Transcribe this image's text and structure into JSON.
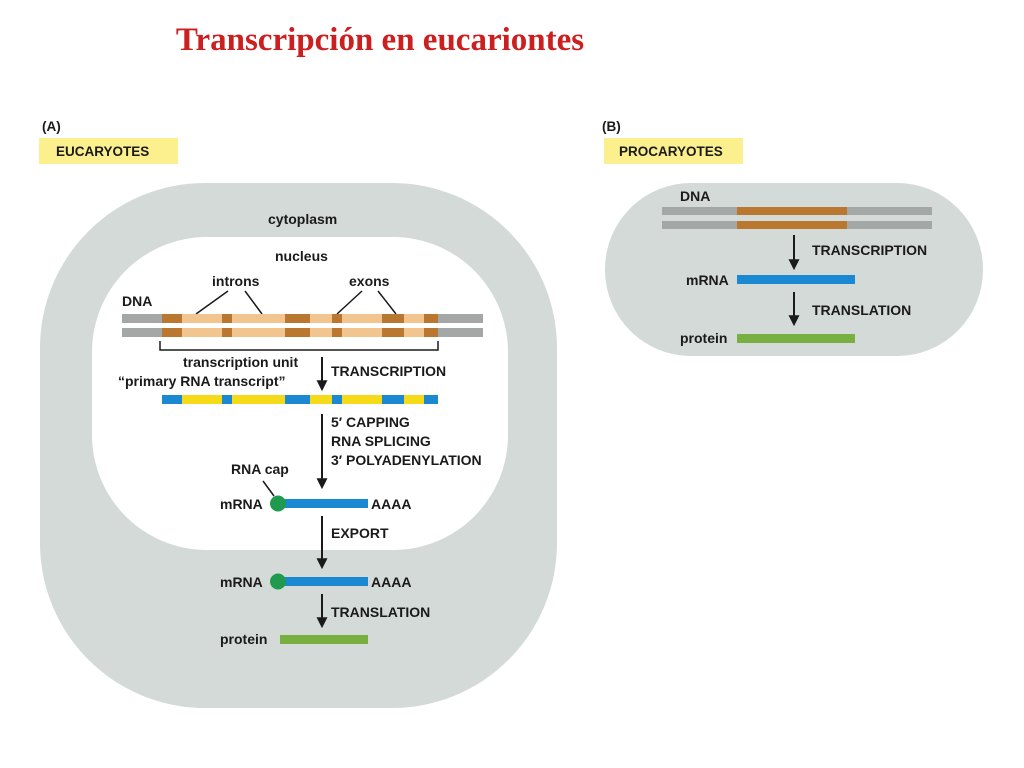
{
  "title": "Transcripción en eucariontes",
  "panel_a": {
    "letter": "(A)",
    "header": "EUCARYOTES",
    "cytoplasm": "cytoplasm",
    "nucleus": "nucleus",
    "introns": "introns",
    "exons": "exons",
    "dna": "DNA",
    "transcription_unit": "transcription unit",
    "primary_transcript": "“primary RNA transcript”",
    "transcription": "TRANSCRIPTION",
    "capping": "5′ CAPPING",
    "splicing": "RNA SPLICING",
    "polyadenylation": "3′ POLYADENYLATION",
    "rna_cap": "RNA cap",
    "mrna": "mRNA",
    "poly_a": "AAAA",
    "export": "EXPORT",
    "translation": "TRANSLATION",
    "protein": "protein"
  },
  "panel_b": {
    "letter": "(B)",
    "header": "PROCARYOTES",
    "dna": "DNA",
    "transcription": "TRANSCRIPTION",
    "mrna": "mRNA",
    "translation": "TRANSLATION",
    "protein": "protein"
  },
  "colors": {
    "title": "#cc1f1f",
    "cell": "#d4dad7",
    "header_bg": "#fbf08d",
    "dna_gray": "#a3a7a5",
    "exon": "#b9772f",
    "intron": "#f2c48e",
    "rna_blue": "#1b89d2",
    "rna_yellow": "#f5da1a",
    "cap_green": "#1f9a4f",
    "protein_green": "#77b041"
  }
}
